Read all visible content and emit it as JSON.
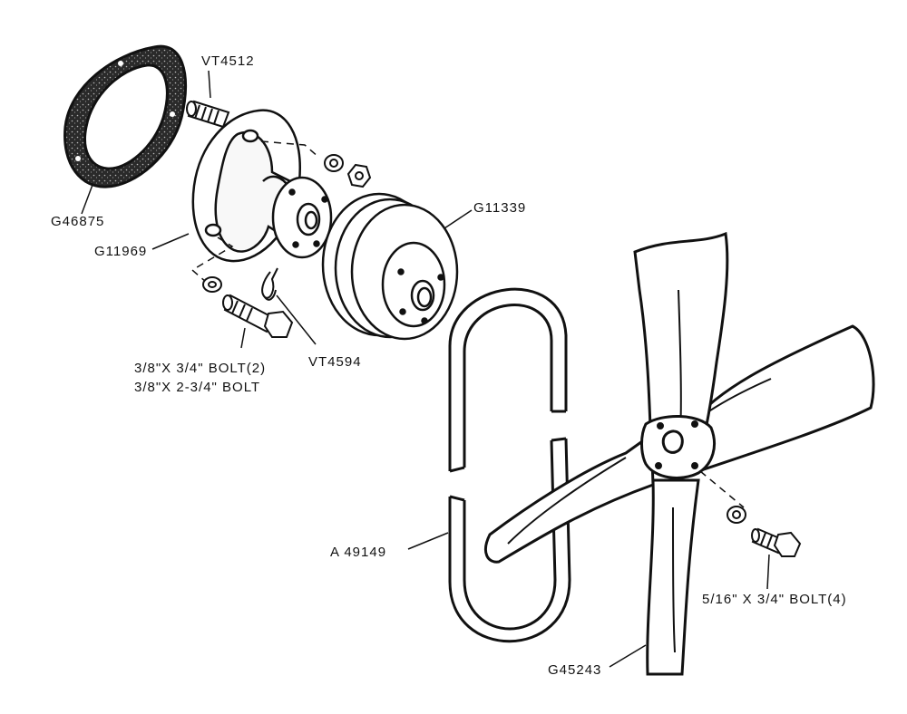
{
  "labels": {
    "gasket": "G46875",
    "stud": "VT4512",
    "hub": "G11969",
    "pulley": "G11339",
    "clip": "VT4594",
    "bolt_line_1": "3/8\"X 3/4\" BOLT(2)",
    "bolt_line_2": "3/8\"X 2-3/4\" BOLT",
    "belt": "A 49149",
    "fan_bolt": "5/16\" X 3/4\" BOLT(4)",
    "fan": "G45243"
  },
  "colors": {
    "ink": "#111111",
    "paper": "#ffffff",
    "gasket_fill": "#3a3a3a"
  }
}
